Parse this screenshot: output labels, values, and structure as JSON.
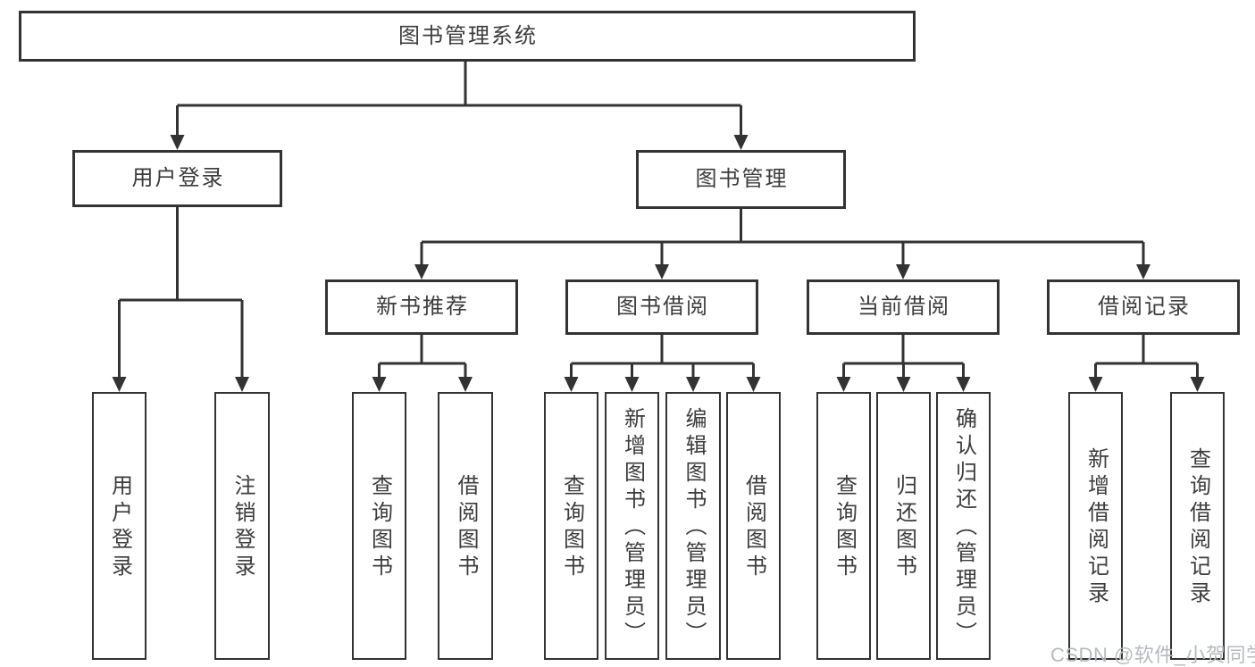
{
  "colors": {
    "line": "#333333",
    "box_border": "#333333",
    "box_fill": "#ffffff",
    "text": "#3c3c3c",
    "watermark_text": "#b6bac0"
  },
  "tree": {
    "root": {
      "label": "图书管理系统"
    },
    "branches": [
      {
        "label": "用户登录",
        "children": [
          {
            "label": "用户登录"
          },
          {
            "label": "注销登录"
          }
        ]
      },
      {
        "label": "图书管理",
        "children": [
          {
            "label": "新书推荐",
            "children": [
              {
                "label": "查询图书"
              },
              {
                "label": "借阅图书"
              }
            ]
          },
          {
            "label": "图书借阅",
            "children": [
              {
                "label": "查询图书"
              },
              {
                "label": "新增图书（管理员）"
              },
              {
                "label": "编辑图书（管理员）"
              },
              {
                "label": "借阅图书"
              }
            ]
          },
          {
            "label": "当前借阅",
            "children": [
              {
                "label": "查询图书"
              },
              {
                "label": "归还图书"
              },
              {
                "label": "确认归还（管理员）"
              }
            ]
          },
          {
            "label": "借阅记录",
            "children": [
              {
                "label": "新增借阅记录"
              },
              {
                "label": "查询借阅记录"
              }
            ]
          }
        ]
      }
    ]
  },
  "watermark": {
    "text": "CSDN @软件_小贺同学"
  }
}
